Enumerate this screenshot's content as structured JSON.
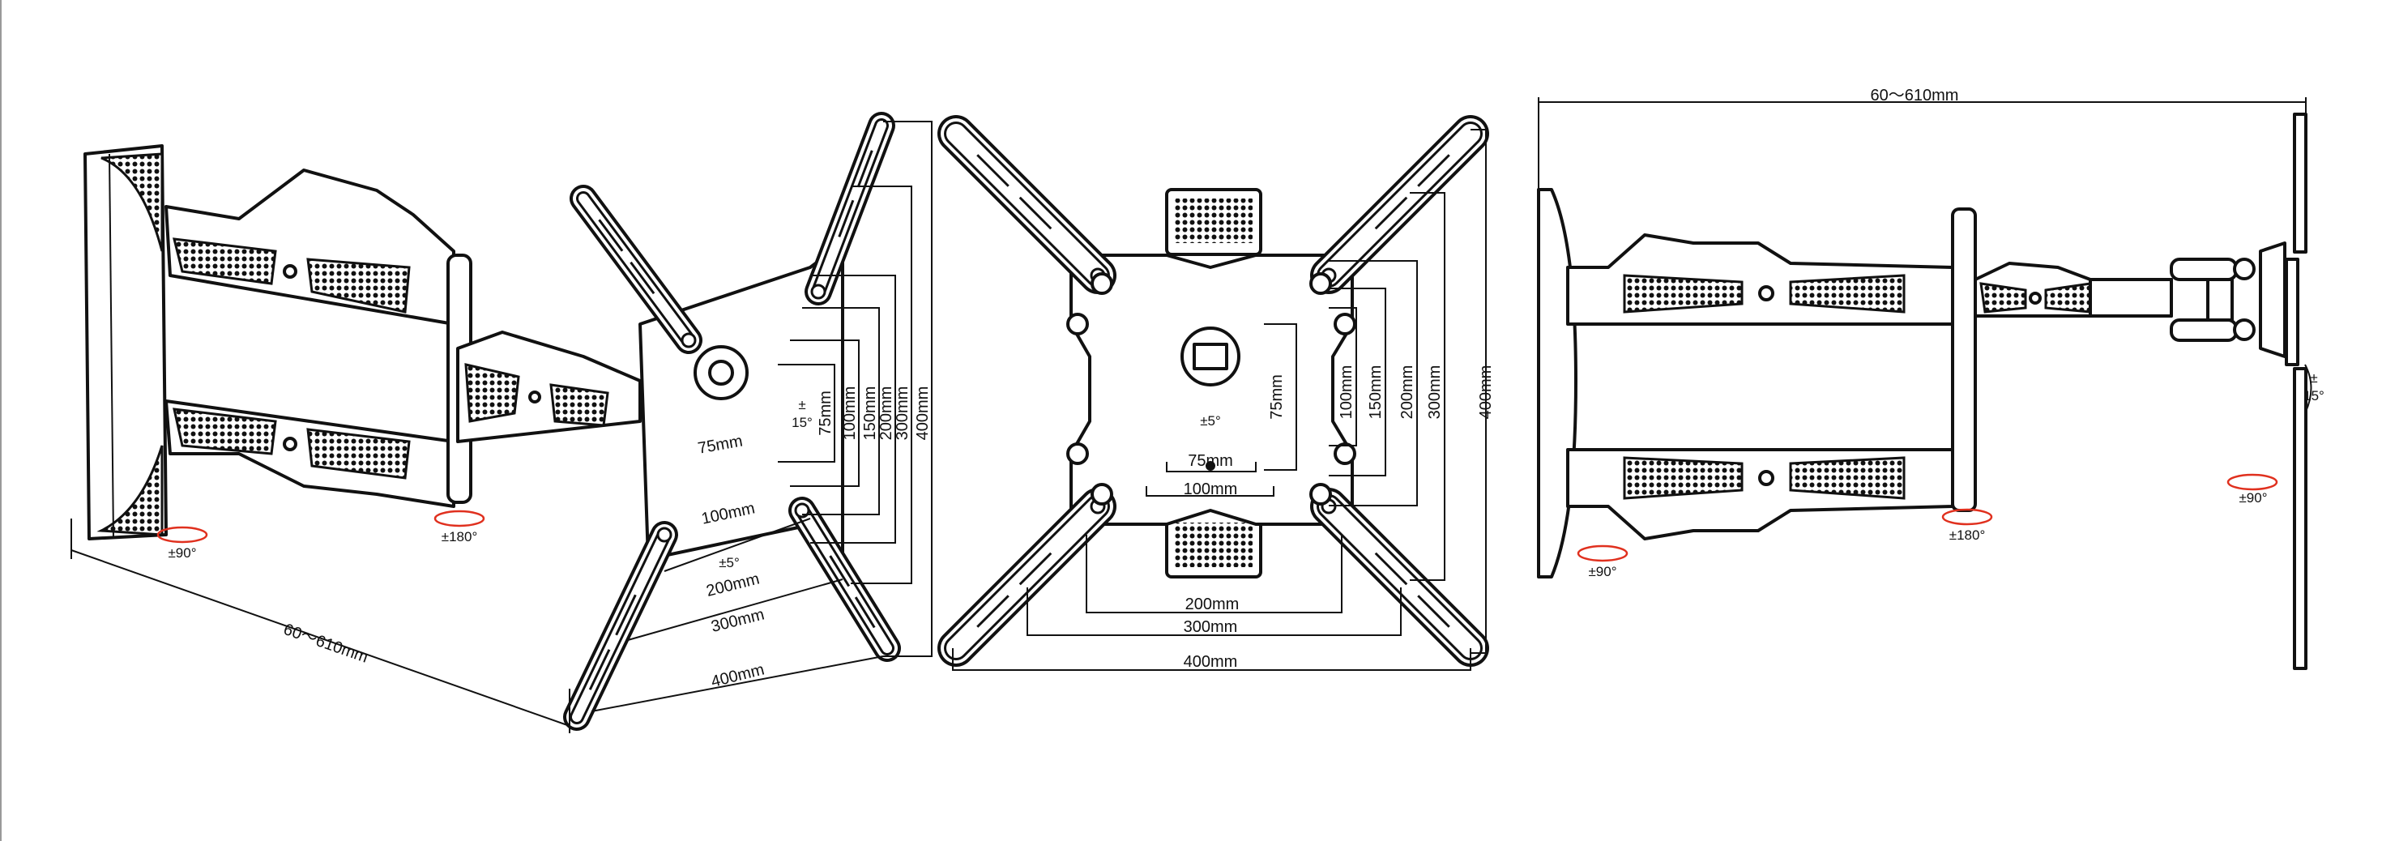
{
  "colors": {
    "line": "#111111",
    "rotation_marker": "#e0301e",
    "background": "#ffffff"
  },
  "perspective_view": {
    "wall_swivel": "±90°",
    "arm_swivel": "±180°",
    "extension": "60～610mm",
    "tilt": {
      "sign": "±",
      "value": "15°"
    },
    "rotation": "±5°",
    "vesa_vertical": [
      "75mm",
      "100mm",
      "150mm",
      "200mm",
      "300mm",
      "400mm"
    ],
    "vesa_horizontal": {
      "h75": "75mm",
      "h100": "100mm",
      "h200": "200mm",
      "h300": "300mm",
      "h400": "400mm"
    }
  },
  "front_view": {
    "rotation": "±5°",
    "vesa_vertical": {
      "v75": "75mm",
      "v100": "100mm",
      "v150": "150mm",
      "v200": "200mm",
      "v300": "300mm",
      "v400": "400mm"
    },
    "vesa_horizontal": {
      "h75": "75mm",
      "h100": "100mm",
      "h200": "200mm",
      "h300": "300mm",
      "h400": "400mm"
    }
  },
  "side_view": {
    "extension": "60～610mm",
    "wall_swivel": "±90°",
    "arm_swivel": "±180°",
    "head_swivel": "±90°",
    "tilt": {
      "sign": "±",
      "value": "15°"
    }
  }
}
